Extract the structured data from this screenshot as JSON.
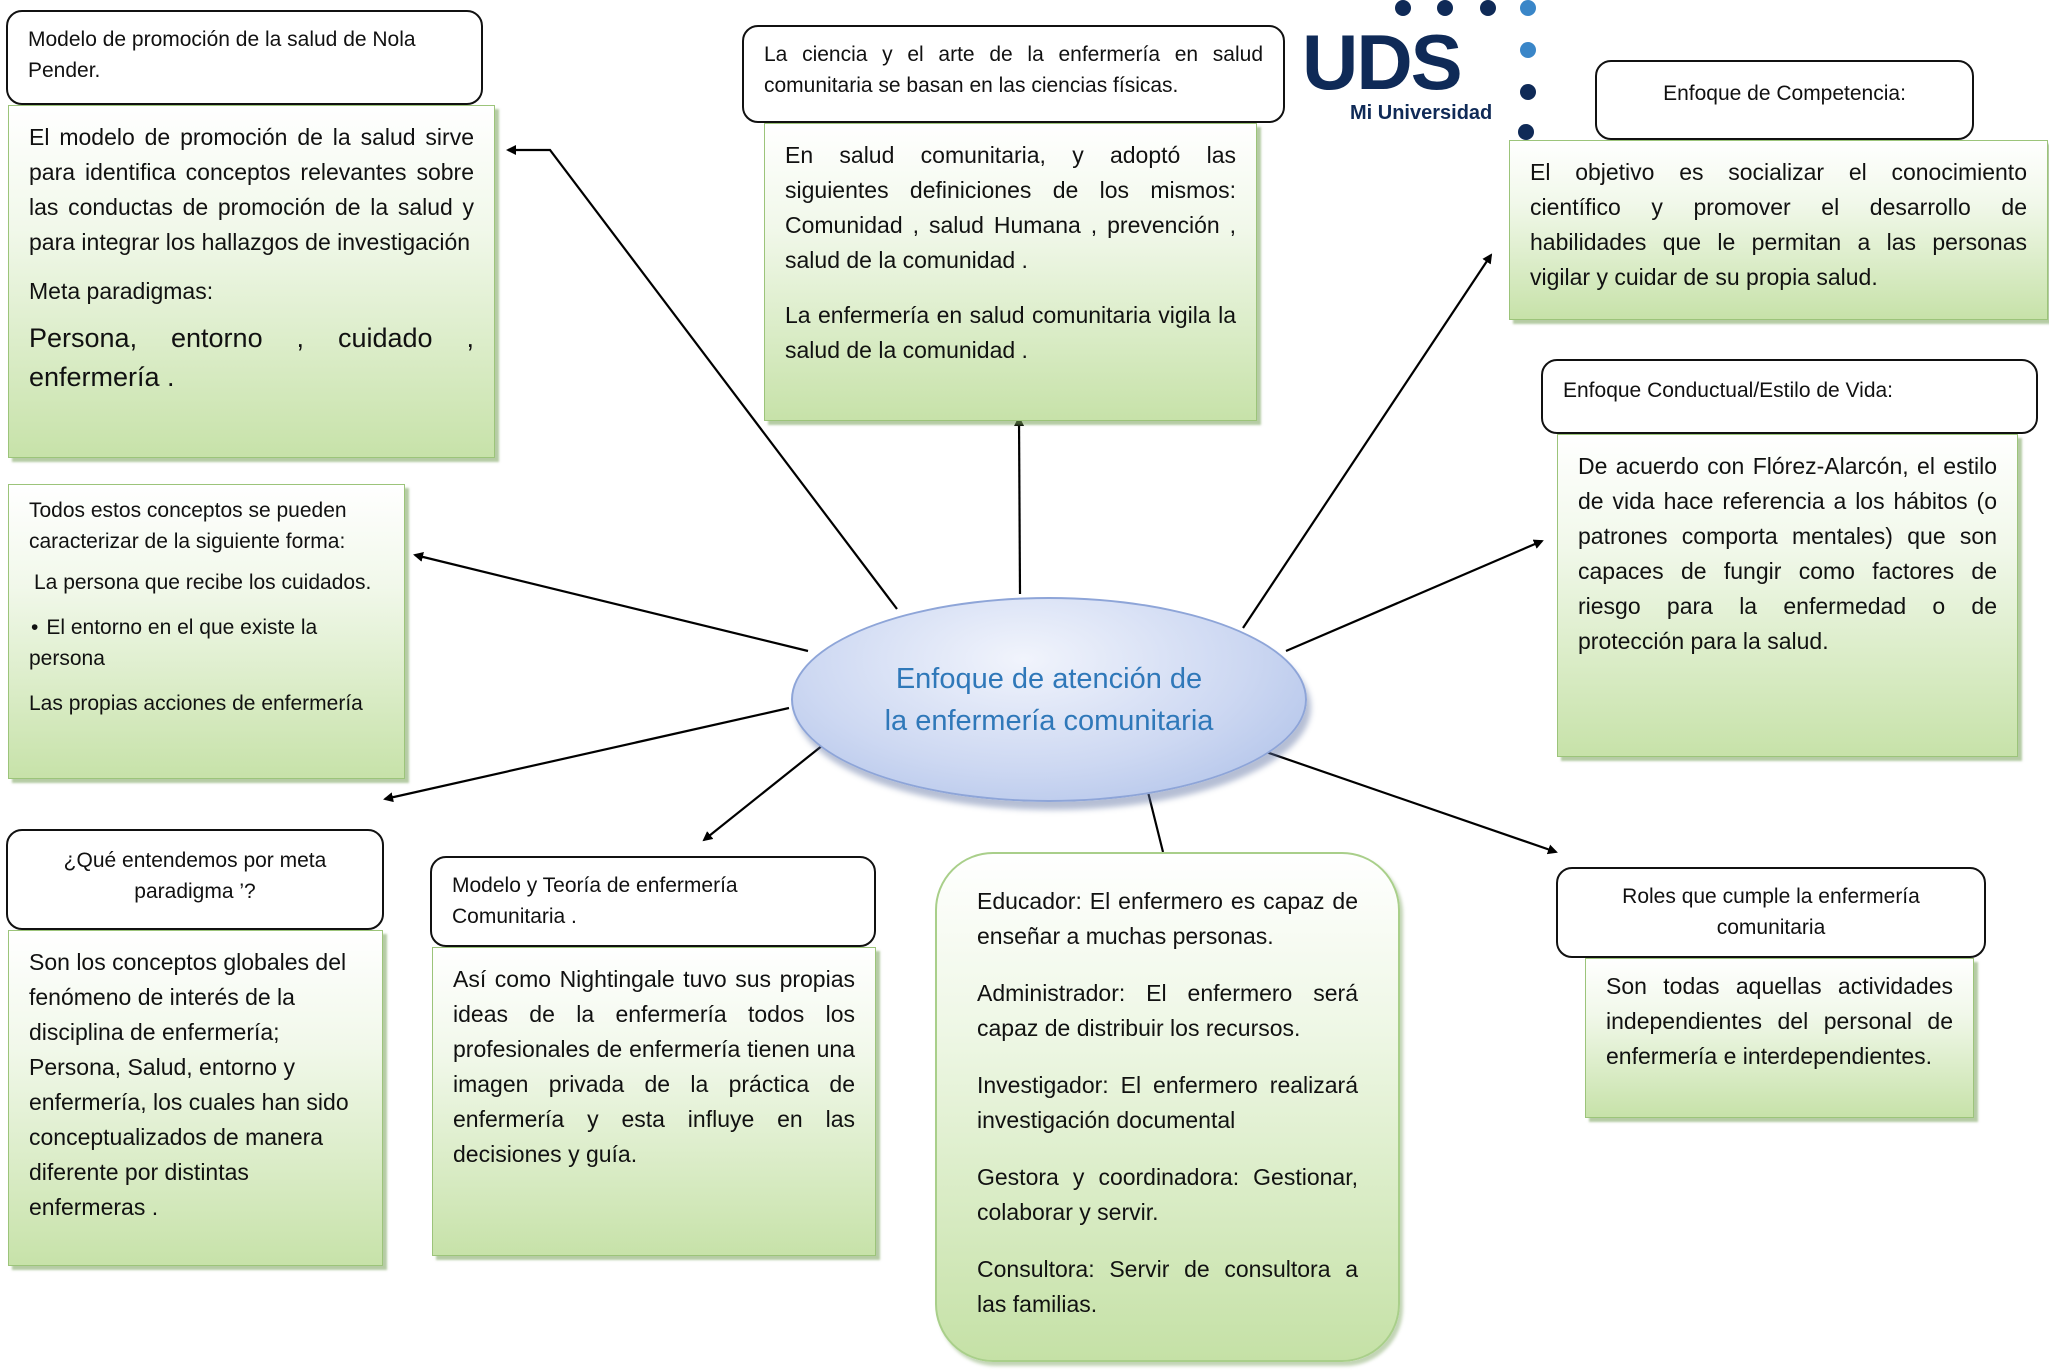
{
  "logo": {
    "name": "UDS",
    "subtitle": "Mi Universidad"
  },
  "center": {
    "text": "Enfoque de atención de la enfermería comunitaria"
  },
  "pender": {
    "title": "Modelo de promoción de la salud de Nola Pender.",
    "body": "El modelo de promoción de la salud sirve para identifica conceptos relevantes sobre las conductas de promoción de la salud y para integrar los hallazgos de investigación",
    "meta_label": "Meta paradigmas:",
    "meta_list": "Persona, entorno , cuidado , enfermería ."
  },
  "ciencia": {
    "title": "La ciencia y el arte de la enfermería en salud comunitaria se basan en las ciencias físicas.",
    "p1": "En salud comunitaria, y adoptó las siguientes definiciones de los mismos: Comunidad , salud Humana , prevención , salud de la comunidad .",
    "p2": "La enfermería en salud comunitaria vigila la salud de la comunidad ."
  },
  "competencia": {
    "title": "Enfoque de Competencia:",
    "body": "El objetivo es socializar el conocimiento científico y promover el desarrollo de habilidades que le permitan a las personas vigilar y cuidar de su propia salud."
  },
  "conductual": {
    "title": "Enfoque Conductual/Estilo de Vida:",
    "body": "De acuerdo con Flórez-Alarcón, el estilo de vida hace referencia a los hábitos (o patrones comporta mentales) que son capaces de fungir como factores de riesgo para la enfermedad o de protección para la salud."
  },
  "conceptos": {
    "intro": "Todos estos conceptos se pueden caracterizar de la siguiente forma:",
    "item1": "La persona que recibe los cuidados.",
    "item2": "El entorno en el que existe la persona",
    "item3": "Las propias acciones de enfermería"
  },
  "meta_paradigma": {
    "title": "¿Qué entendemos por meta paradigma ’?",
    "body": "Son los conceptos globales del fenómeno de interés de la disciplina de enfermería; Persona, Salud, entorno y enfermería, los cuales han sido conceptualizados de manera diferente por distintas enfermeras ."
  },
  "modelo_teoria": {
    "title": "Modelo y Teoría de enfermería Comunitaria .",
    "body": "Así como Nightingale tuvo sus propias ideas de la enfermería todos los profesionales de enfermería tienen una imagen privada de la práctica de enfermería y esta influye en las decisiones y guía."
  },
  "roles_detalle": {
    "educador": "Educador: El enfermero es capaz de enseñar a muchas personas.",
    "administrador": "Administrador: El enfermero será capaz de distribuir los recursos.",
    "investigador": "Investigador: El enfermero realizará investigación documental",
    "gestora": "Gestora y coordinadora: Gestionar, colaborar y servir.",
    "consultora": "Consultora: Servir de consultora a las familias."
  },
  "roles": {
    "title": "Roles que cumple la enfermería comunitaria",
    "body": "Son todas aquellas actividades independientes del personal de enfermería e interdependientes."
  },
  "colors": {
    "ellipse_text": "#2f78b9",
    "logo_dark": "#0f2a57",
    "logo_light": "#3a86c8",
    "box_green": "#c7e2a9"
  }
}
